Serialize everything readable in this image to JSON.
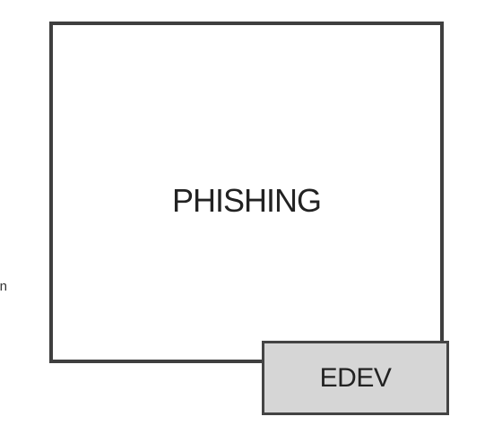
{
  "main": {
    "title": "PHISHING"
  },
  "badge": {
    "label": "EDEV"
  },
  "edge_text": "n",
  "colors": {
    "border": "#3f3f3f",
    "badge_fill": "#d6d6d6",
    "text": "#222222"
  }
}
